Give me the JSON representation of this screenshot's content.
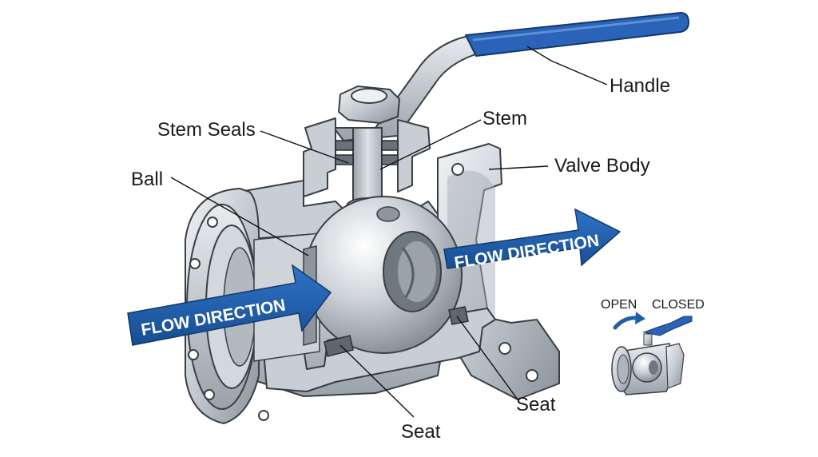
{
  "labels": {
    "handle": "Handle",
    "stem": "Stem",
    "stem_seals": "Stem Seals",
    "valve_body": "Valve Body",
    "ball": "Ball",
    "seat_left": "Seat",
    "seat_right": "Seat"
  },
  "flow": {
    "inlet_text": "FLOW DIRECTION",
    "outlet_text": "FLOW DIRECTION"
  },
  "inset": {
    "open_label": "OPEN",
    "closed_label": "CLOSED"
  },
  "colors": {
    "accent_blue": "#1f5ea8",
    "handle_blue": "#2a63b8",
    "steel_light": "#e3e6ea",
    "steel_mid": "#b9bfc6",
    "steel_dark": "#7d858e"
  }
}
